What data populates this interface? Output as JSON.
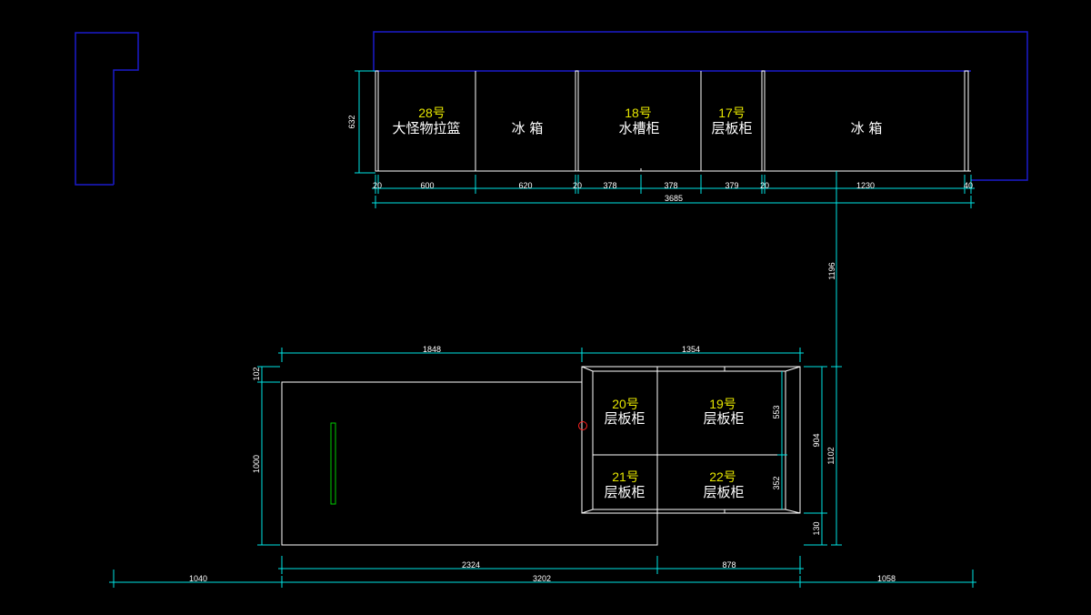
{
  "upper_cabinets": {
    "c28": {
      "num": "28号",
      "label": "大怪物拉篮"
    },
    "fridge1": {
      "label": "冰 箱"
    },
    "c18": {
      "num": "18号",
      "label": "水槽柜"
    },
    "c17": {
      "num": "17号",
      "label": "层板柜"
    },
    "fridge2": {
      "label": "冰 箱"
    }
  },
  "upper_dims": {
    "height": "632",
    "d20a": "20",
    "d600": "600",
    "d620": "620",
    "d20b": "20",
    "d378a": "378",
    "d378b": "378",
    "d379": "379",
    "d20c": "20",
    "d1230": "1230",
    "d40": "40",
    "total": "3685"
  },
  "vertical_dim": "1196",
  "lower_cabinets": {
    "c20": {
      "num": "20号",
      "label": "层板柜"
    },
    "c19": {
      "num": "19号",
      "label": "层板柜"
    },
    "c21": {
      "num": "21号",
      "label": "层板柜"
    },
    "c22": {
      "num": "22号",
      "label": "层板柜"
    }
  },
  "lower_dims": {
    "top_left": "1848",
    "top_right": "1354",
    "left_small": "102",
    "left_main": "1000",
    "r553": "553",
    "r352": "352",
    "r904": "904",
    "r1102": "1102",
    "r130": "130",
    "b2324": "2324",
    "b878": "878",
    "b1040": "1040",
    "b3202": "3202",
    "b1058": "1058"
  },
  "colors": {
    "dimension": "#00e5e5",
    "outline": "#ffffff",
    "boundary": "#1a1acc",
    "number": "#e6e600",
    "marker": "#00cc00",
    "point": "#ff2222"
  }
}
